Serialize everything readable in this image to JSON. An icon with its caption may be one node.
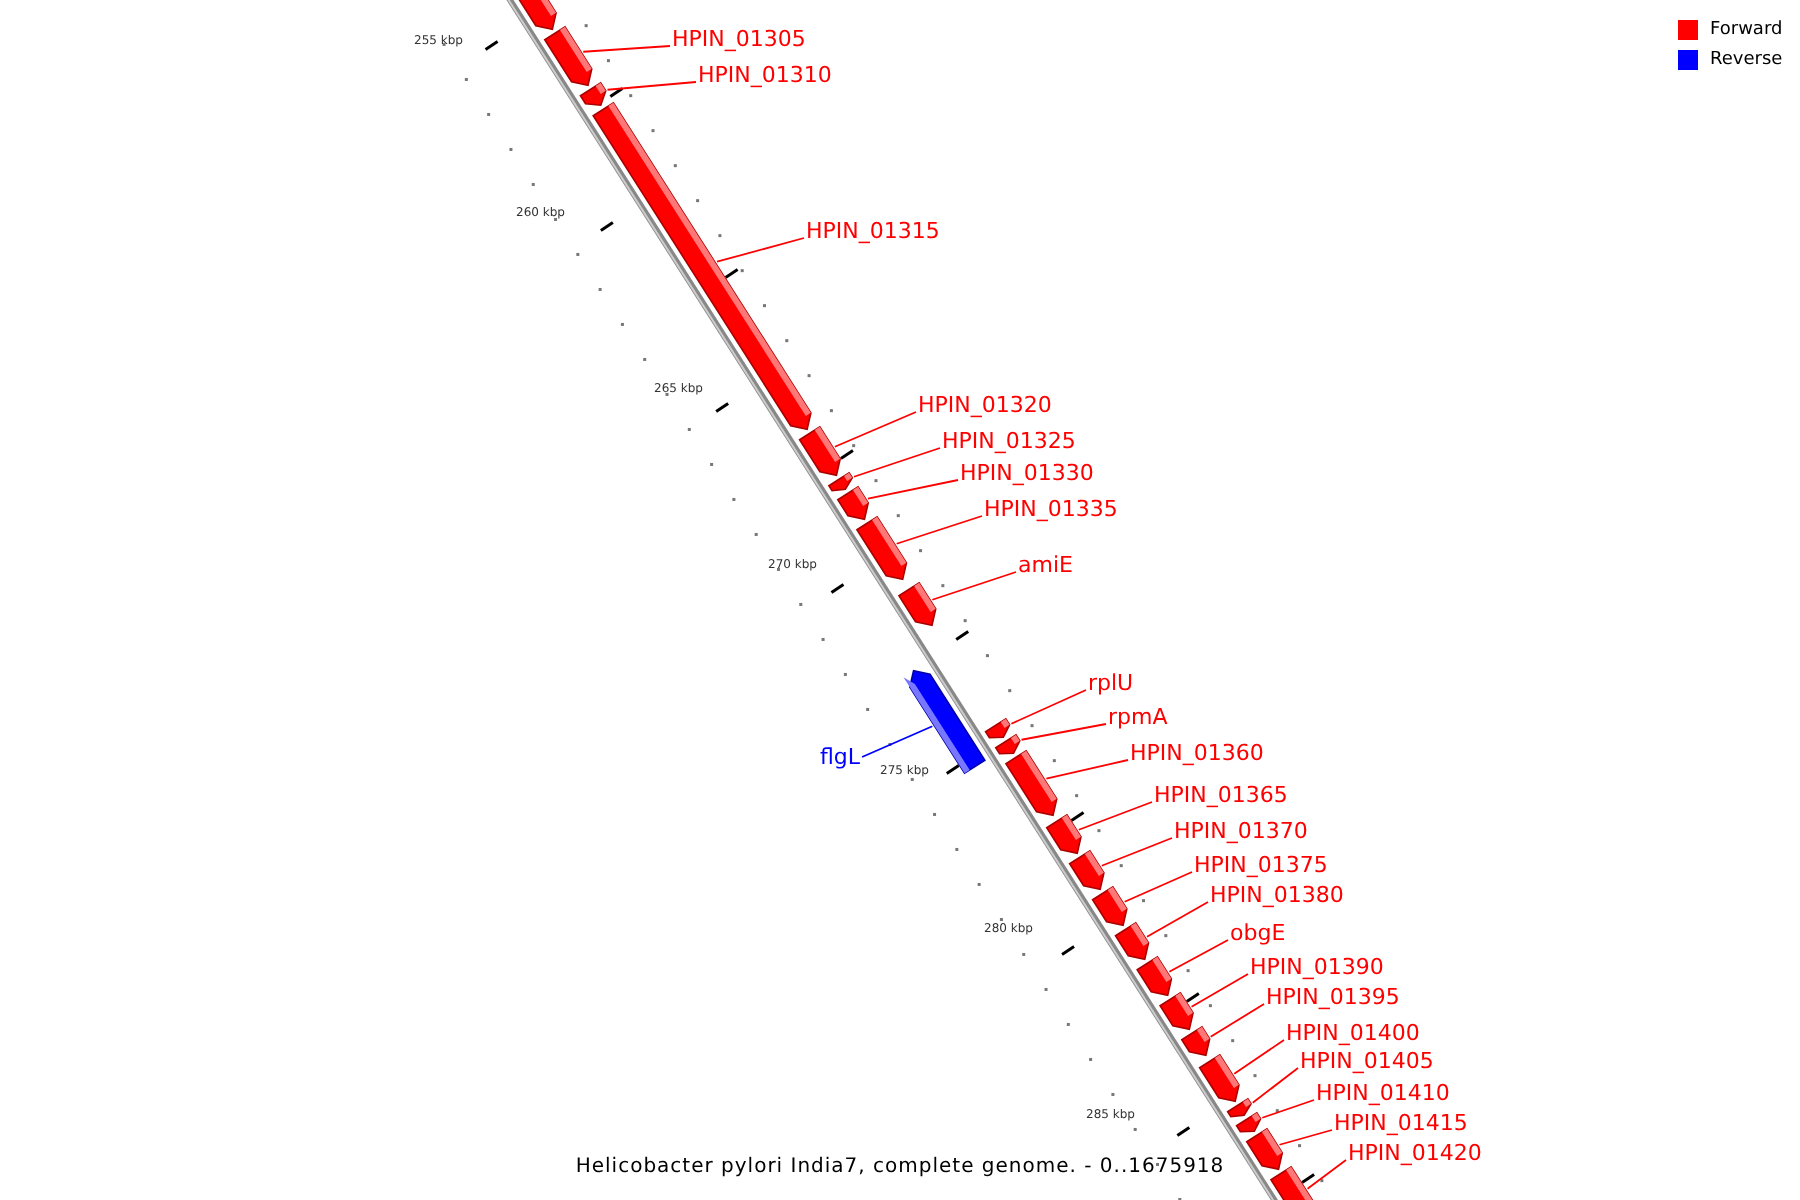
{
  "diagram": {
    "caption": "Helicobacter pylori India7, complete genome. - 0..1675918",
    "nodes": [
      {
        "text": [
          "HPIN_01305"
        ]
      },
      {
        "text": [
          "HPIN_01310"
        ]
      },
      {
        "text": [
          "HPIN_01315"
        ]
      },
      {
        "text": [
          "HPIN_01320"
        ]
      },
      {
        "text": [
          "HPIN_01325"
        ]
      },
      {
        "text": [
          "HPIN_01330"
        ]
      },
      {
        "text": [
          "HPIN_01335"
        ]
      },
      {
        "text": [
          "amiE"
        ]
      },
      {
        "text": [
          "rplU"
        ]
      },
      {
        "text": [
          "rpmA"
        ]
      },
      {
        "text": [
          "HPIN_01360"
        ]
      },
      {
        "text": [
          "flgL"
        ]
      },
      {
        "text": [
          "HPIN_01365"
        ]
      },
      {
        "text": [
          "HPIN_01370"
        ]
      },
      {
        "text": [
          "HPIN_01375"
        ]
      },
      {
        "text": [
          "HPIN_01380"
        ]
      },
      {
        "text": [
          "obgE"
        ]
      },
      {
        "text": [
          "HPIN_01390"
        ]
      },
      {
        "text": [
          "HPIN_01395"
        ]
      },
      {
        "text": [
          "HPIN_01400"
        ]
      },
      {
        "text": [
          "HPIN_01405"
        ]
      },
      {
        "text": [
          "HPIN_01410"
        ]
      },
      {
        "text": [
          "HPIN_01415"
        ]
      },
      {
        "text": [
          "HPIN_01420"
        ]
      },
      {
        "text": [],
        "shape": "bar"
      },
      {
        "text": [],
        "shape": "bar"
      },
      {
        "text": [],
        "shape": "bar"
      },
      {
        "text": [],
        "shape": "bar"
      },
      {
        "text": [],
        "shape": "bar"
      },
      {
        "text": [],
        "shape": "bar"
      },
      {
        "text": [],
        "shape": "bar"
      },
      {
        "text": [],
        "shape": "bar"
      },
      {
        "text": [],
        "shape": "bar"
      },
      {
        "text": [],
        "shape": "bar"
      },
      {
        "text": [],
        "shape": "bar"
      },
      {
        "text": [],
        "shape": "bar"
      },
      {
        "text": [],
        "shape": "bar"
      },
      {
        "text": [],
        "shape": "bar"
      },
      {
        "text": [],
        "shape": "bar"
      },
      {
        "text": [],
        "shape": "bar"
      },
      {
        "text": [],
        "shape": "bar"
      },
      {
        "text": [],
        "shape": "bar"
      },
      {
        "text": [],
        "shape": "bar"
      },
      {
        "text": [],
        "shape": "bar"
      },
      {
        "text": [],
        "shape": "bar"
      },
      {
        "text": [],
        "shape": "bar"
      },
      {
        "text": [],
        "shape": "bar"
      },
      {
        "text": [],
        "shape": "bar"
      },
      {
        "text": [],
        "shape": "bar"
      }
    ],
    "edges": [
      {
        "from": 0,
        "to": 25,
        "arrow": "none"
      },
      {
        "from": 1,
        "to": 26,
        "arrow": "none"
      },
      {
        "from": 2,
        "to": 27,
        "arrow": "none"
      },
      {
        "from": 3,
        "to": 28,
        "arrow": "none"
      },
      {
        "from": 4,
        "to": 29,
        "arrow": "none"
      },
      {
        "from": 5,
        "to": 30,
        "arrow": "none"
      },
      {
        "from": 6,
        "to": 31,
        "arrow": "none"
      },
      {
        "from": 7,
        "to": 32,
        "arrow": "none"
      },
      {
        "from": 8,
        "to": 34,
        "arrow": "none"
      },
      {
        "from": 9,
        "to": 35,
        "arrow": "none"
      },
      {
        "from": 10,
        "to": 36,
        "arrow": "none"
      },
      {
        "from": 11,
        "to": 33,
        "arrow": "none",
        "color": "#0000ff"
      },
      {
        "from": 12,
        "to": 37,
        "arrow": "none"
      },
      {
        "from": 13,
        "to": 38,
        "arrow": "none"
      },
      {
        "from": 14,
        "to": 39,
        "arrow": "none"
      },
      {
        "from": 15,
        "to": 40,
        "arrow": "none"
      },
      {
        "from": 16,
        "to": 41,
        "arrow": "none"
      },
      {
        "from": 17,
        "to": 42,
        "arrow": "none"
      },
      {
        "from": 18,
        "to": 43,
        "arrow": "none"
      },
      {
        "from": 19,
        "to": 44,
        "arrow": "none"
      },
      {
        "from": 20,
        "to": 45,
        "arrow": "none"
      },
      {
        "from": 21,
        "to": 46,
        "arrow": "none"
      },
      {
        "from": 22,
        "to": 47,
        "arrow": "none"
      },
      {
        "from": 23,
        "to": 48,
        "arrow": "none"
      }
    ],
    "labels": [
      "255 kbp",
      "260 kbp",
      "265 kbp",
      "270 kbp",
      "275 kbp",
      "280 kbp",
      "285 kbp"
    ],
    "legend": [
      {
        "text": "Forward",
        "color": "#ff0000"
      },
      {
        "text": "Reverse",
        "color": "#0000ff"
      }
    ]
  }
}
